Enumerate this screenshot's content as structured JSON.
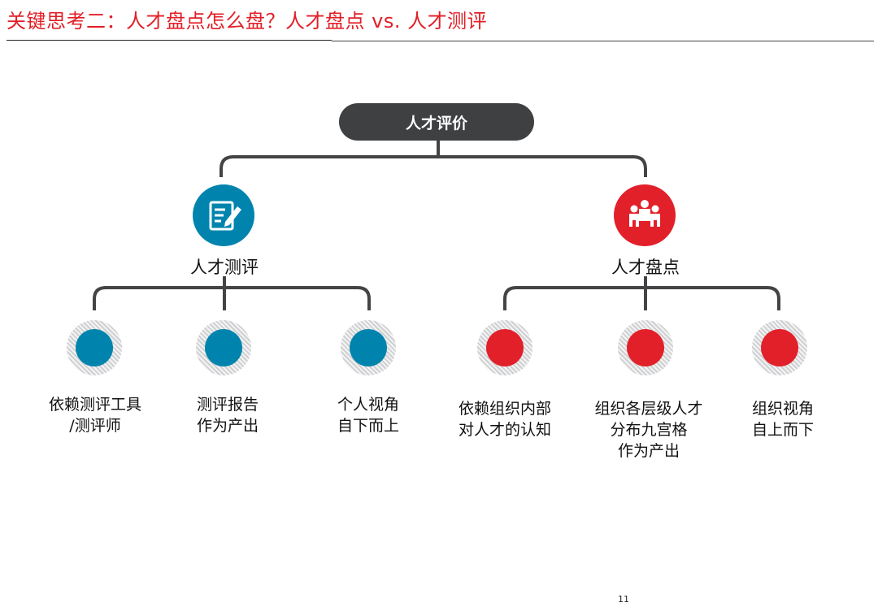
{
  "title": "关键思考二：人才盘点怎么盘？人才盘点 vs. 人才测评",
  "root": {
    "label": "人才评价"
  },
  "branches": [
    {
      "label": "人才测评",
      "icon": "edit-document-icon",
      "color": "#0084ad",
      "leaves": [
        {
          "lines": [
            "依赖测评工具",
            "/测评师"
          ]
        },
        {
          "lines": [
            "测评报告",
            "作为产出"
          ]
        },
        {
          "lines": [
            "个人视角",
            "自下而上"
          ]
        }
      ]
    },
    {
      "label": "人才盘点",
      "icon": "team-meeting-icon",
      "color": "#e2202a",
      "leaves": [
        {
          "lines": [
            "依赖组织内部",
            "对人才的认知"
          ]
        },
        {
          "lines": [
            "组织各层级人才",
            "分布九宫格",
            "作为产出"
          ]
        },
        {
          "lines": [
            "组织视角",
            "自上而下"
          ]
        }
      ]
    }
  ],
  "page_number": "11"
}
